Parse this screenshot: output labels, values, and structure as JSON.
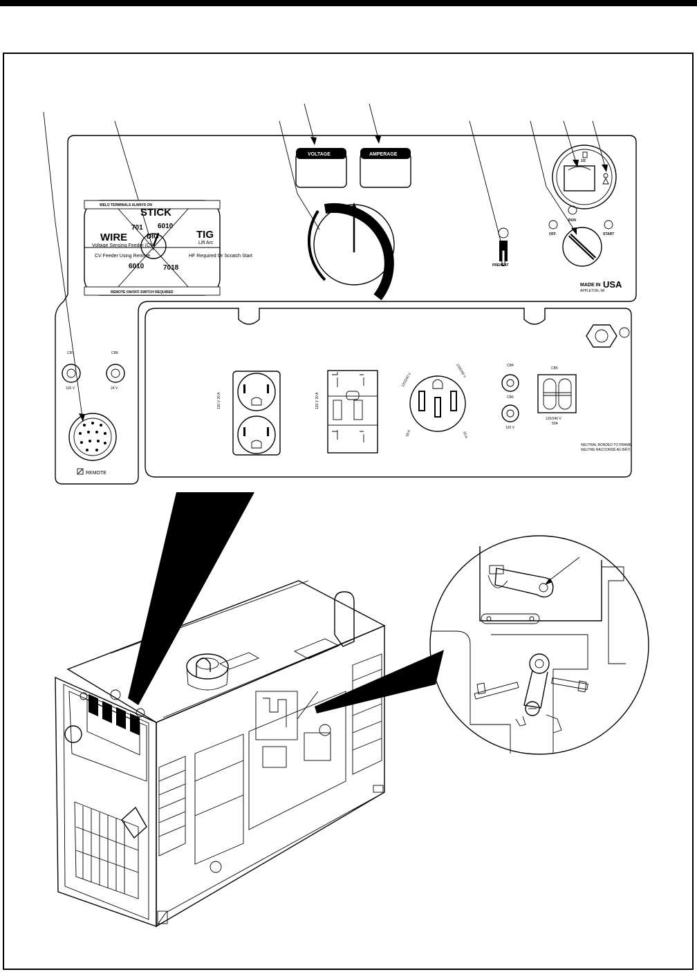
{
  "panel": {
    "display_voltage": "VOLTAGE",
    "display_amperage": "AMPERAGE",
    "weld_terminals_note": "WELD TERMINALS ALWAYS ON",
    "remote_switch_note": "REMOTE ON/OFF SWITCH REQUIRED",
    "process_stick": "STICK",
    "process_wire": "WIRE",
    "process_tig": "TIG",
    "wire_sub": "Voltage Sensing Feeder (CV)",
    "tig_sub": "Lift Arc",
    "cv_feeder": "CV Feeder Using Remote",
    "hf_note": "HF Required Or Scratch Start",
    "dial_center": "DIG",
    "electrode_7018": "7018",
    "electrode_6010_top": "6010",
    "electrode_6010_bottom": "6010",
    "electrode_701": "701",
    "engine_off": "OFF",
    "engine_run": "RUN",
    "engine_start": "START",
    "preheat": "PREHEAT",
    "fuel_gauge_half": "1/2",
    "made_in": "MADE IN",
    "usa": "USA",
    "appleton": "APPLETON, WI"
  },
  "aux": {
    "cb7": "CB7",
    "cb7_v": "120 V",
    "cb8": "CB8",
    "cb8_v": "24 V",
    "remote": "REMOTE",
    "duplex_rating": "120 V 20 A",
    "gfci_rating": "120 V 20 A",
    "r240_left": "120/240 V",
    "r240_right": "120/240 V",
    "r240_a_left": "50 A",
    "r240_a_right": "50 A",
    "cb4": "CB4",
    "cb6": "CB6",
    "cb6_v": "120 V",
    "cb5": "CB5",
    "cb5_v": "120/240 V",
    "cb5_a": "50A",
    "neutral_en": "NEUTRAL BONDED TO FRAME",
    "neutral_fr": "NEUTRE RACCORDÉ AU BÂTI"
  }
}
